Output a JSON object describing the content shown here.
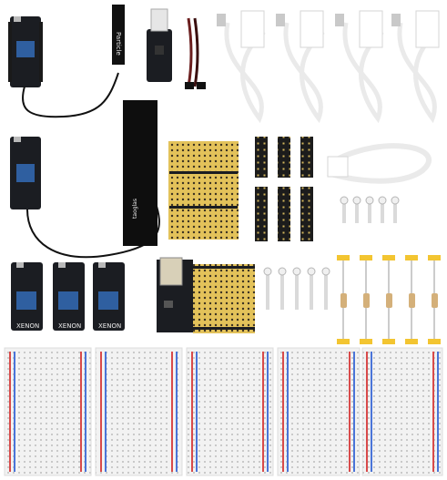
{
  "scene": {
    "description_labels": {
      "particle_logo": "Particle",
      "antenna_brand": "taoglas",
      "xenon_label": "XENON"
    },
    "colors": {
      "board_black": "#1b1d22",
      "board_blue_shield": "#1f5fa6",
      "proto_yellow": "#e3c25a",
      "breadboard_white": "#f2f2f2",
      "rail_red": "#d84a4a",
      "rail_blue": "#4a74d8",
      "cable_white": "#f5f5f5",
      "resistor_tan": "#d4b07a",
      "capacitor_yellow": "#f3c531"
    }
  }
}
